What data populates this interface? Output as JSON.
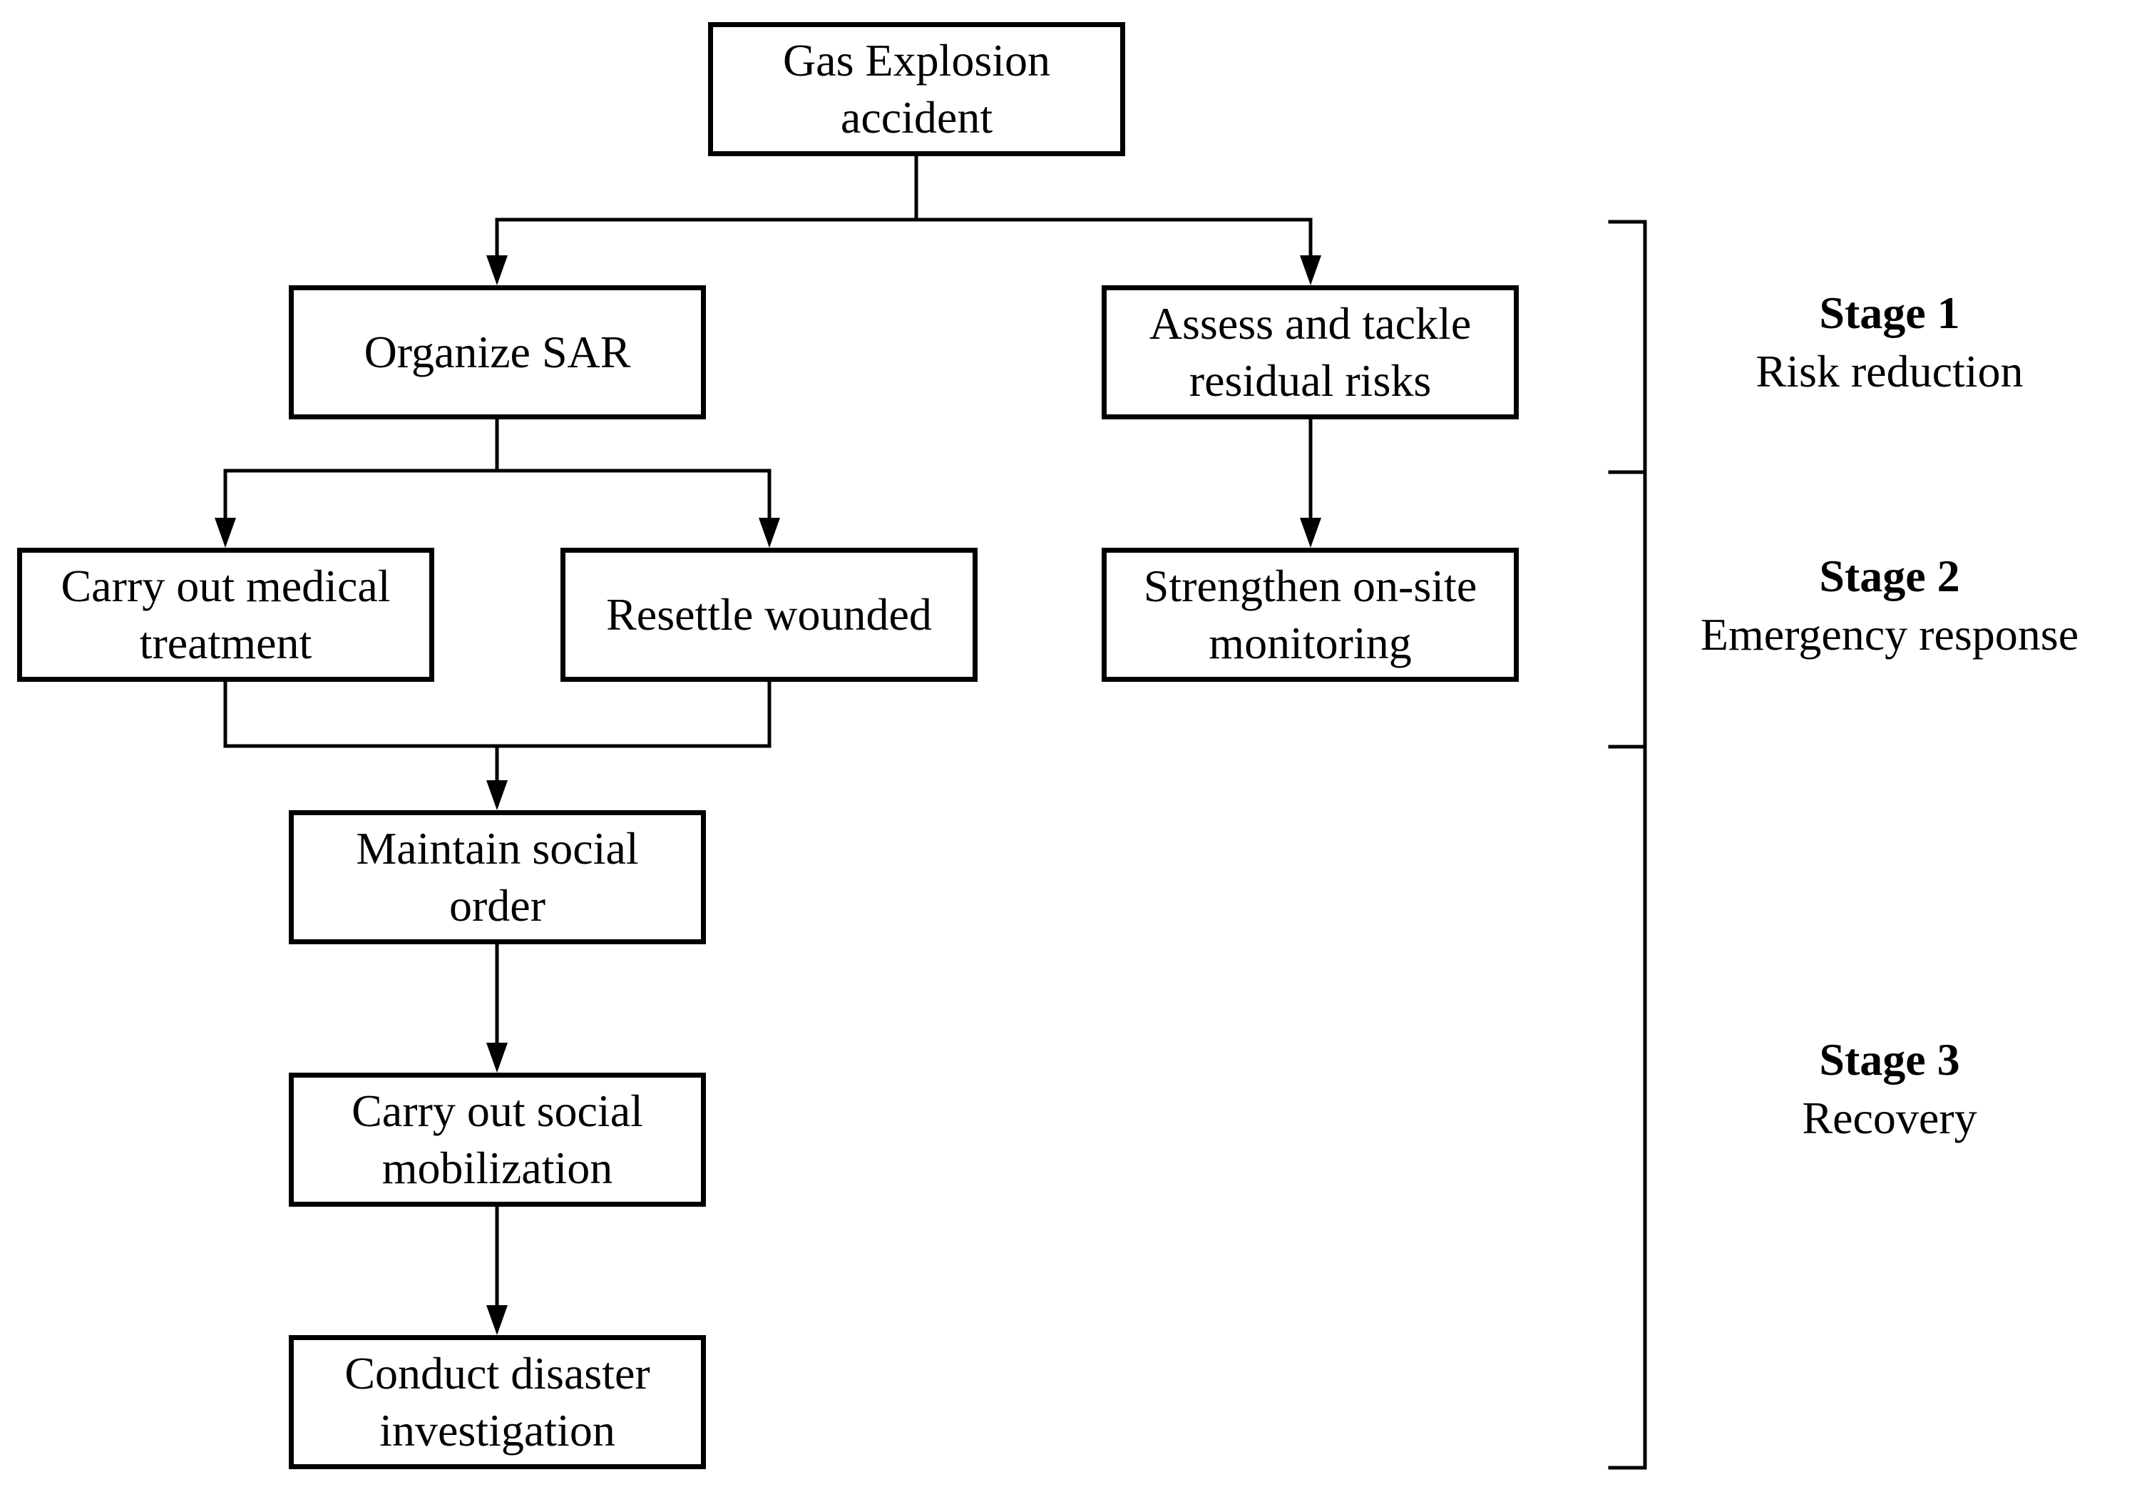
{
  "nodes": {
    "gas_explosion": "Gas Explosion\naccident",
    "organize_sar": "Organize SAR",
    "assess_risks": "Assess and tackle\nresidual risks",
    "medical_treatment": "Carry out medical\ntreatment",
    "resettle_wounded": "Resettle wounded",
    "onsite_monitoring": "Strengthen on-site\nmonitoring",
    "social_order": "Maintain social\norder",
    "social_mobilization": "Carry out social\nmobilization",
    "disaster_investigation": "Conduct disaster\ninvestigation"
  },
  "stages": [
    {
      "title": "Stage 1",
      "name": "Risk reduction"
    },
    {
      "title": "Stage 2",
      "name": "Emergency response"
    },
    {
      "title": "Stage 3",
      "name": "Recovery"
    }
  ]
}
